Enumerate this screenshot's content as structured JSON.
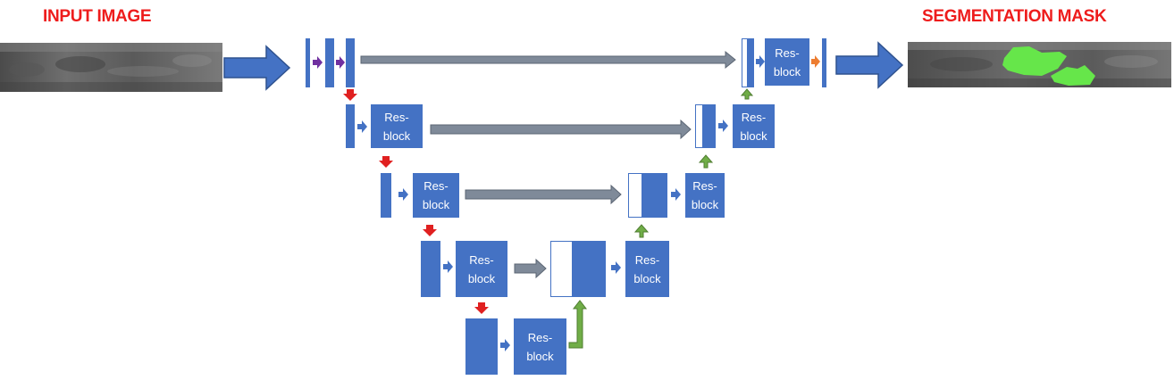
{
  "input_title": "INPUT IMAGE",
  "output_title": "SEGMENTATION  MASK",
  "resblock_label": "Res-block",
  "colors": {
    "block": "#4472c4",
    "skip_arrow": "#7f8a99",
    "downsample_arrow": "#e02020",
    "upsample_arrow": "#70ad47",
    "conv_arrow": "#4472c4",
    "input_conv_arrow": "#7030a0",
    "output_conv_arrow": "#ed7d31",
    "title": "#ee1c1c",
    "mask": "#66e64a"
  }
}
